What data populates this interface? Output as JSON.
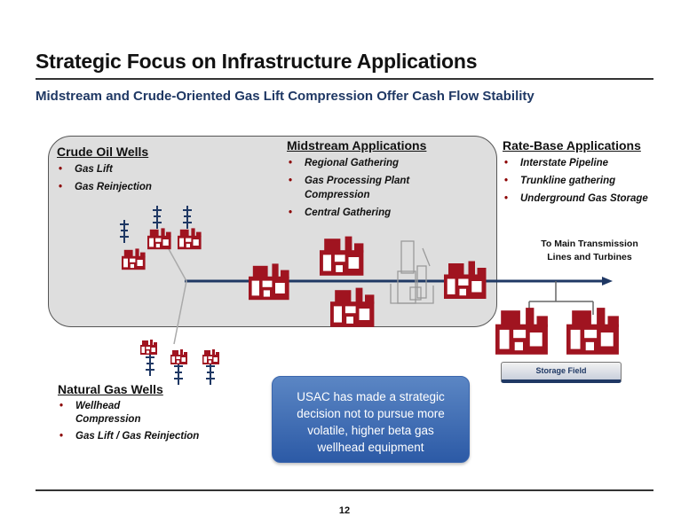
{
  "header": {
    "title": "Strategic Focus on Infrastructure Applications",
    "subtitle": "Midstream and Crude-Oriented Gas Lift Compression Offer Cash Flow Stability"
  },
  "groups": {
    "crude": {
      "title": "Crude Oil Wells",
      "items": [
        "Gas Lift",
        "Gas Reinjection"
      ]
    },
    "midstream": {
      "title": "Midstream Applications",
      "items": [
        "Regional Gathering",
        "Gas Processing Plant Compression",
        "Central Gathering"
      ]
    },
    "ratebase": {
      "title": "Rate-Base Applications",
      "items": [
        "Interstate Pipeline",
        "Trunkline gathering",
        "Underground Gas Storage"
      ]
    },
    "natgas": {
      "title": "Natural Gas Wells",
      "items": [
        "Wellhead Compression",
        "Gas Lift / Gas Reinjection"
      ]
    }
  },
  "diagram": {
    "transmission_label": "To Main Transmission Lines and Turbines",
    "storage_label": "Storage Field",
    "colors": {
      "compressor": "#a01420",
      "pipeline": "#1f3864",
      "plant": "#9a9a9a",
      "panel": "#dedede"
    }
  },
  "callout": {
    "text": "USAC has made a strategic decision not to pursue more volatile, higher beta gas wellhead equipment"
  },
  "footer": {
    "page_number": "12"
  }
}
